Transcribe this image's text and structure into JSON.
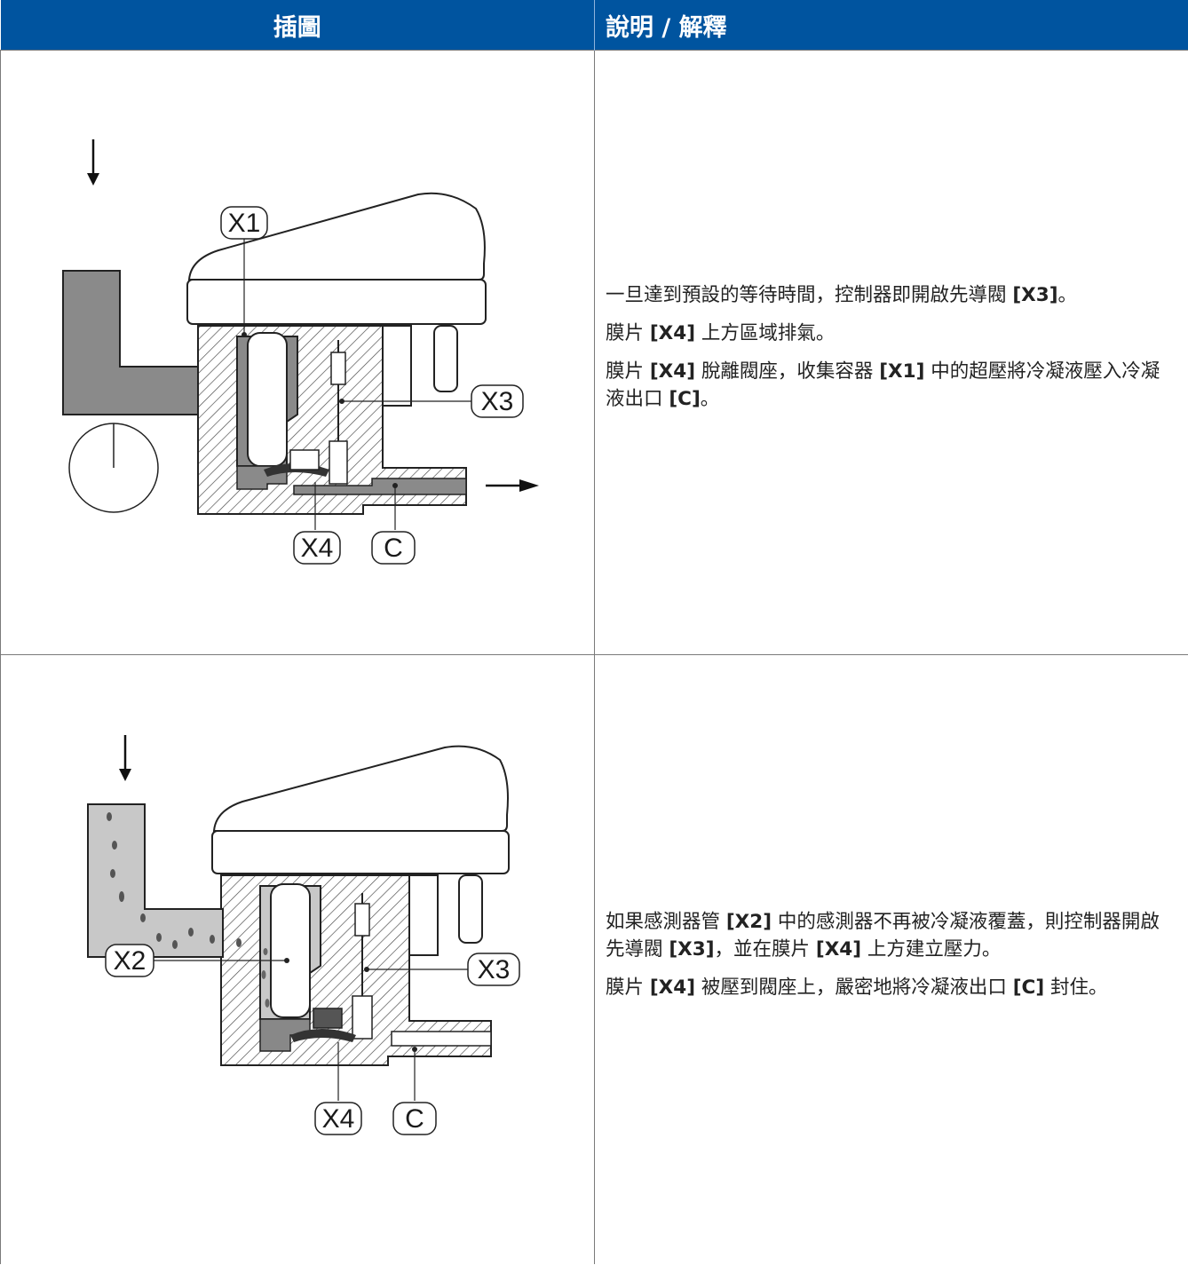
{
  "header": {
    "col_illustration": "插圖",
    "col_description": "說明 / 解釋"
  },
  "rows": [
    {
      "labels": {
        "x1": "X1",
        "x3": "X3",
        "x4": "X4",
        "c": "C"
      },
      "paragraphs": [
        {
          "pre": "一旦達到預設的等待時間，控制器即開啟先導閥 ",
          "b1": "[X3]",
          "mid": "。",
          "b2": "",
          "post": ""
        },
        {
          "pre": "膜片 ",
          "b1": "[X4]",
          "mid": " 上方區域排氣。",
          "b2": "",
          "post": ""
        },
        {
          "pre": "膜片 ",
          "b1": "[X4]",
          "mid": " 脫離閥座，收集容器 ",
          "b2": "[X1]",
          "post": " 中的超壓將冷凝液壓入冷凝液出口 ",
          "b3": "[C]",
          "post2": "。"
        }
      ]
    },
    {
      "labels": {
        "x2": "X2",
        "x3": "X3",
        "x4": "X4",
        "c": "C"
      },
      "paragraphs": [
        {
          "pre": "如果感測器管 ",
          "b1": "[X2]",
          "mid": " 中的感測器不再被冷凝液覆蓋，則控制器開啟先導閥 ",
          "b2": "[X3]",
          "post": "，並在膜片 ",
          "b3": "[X4]",
          "post2": " 上方建立壓力。"
        },
        {
          "pre": "膜片 ",
          "b1": "[X4]",
          "mid": " 被壓到閥座上，嚴密地將冷凝液出口 ",
          "b2": "[C]",
          "post": " 封住。",
          "b3": "",
          "post2": ""
        }
      ]
    }
  ],
  "colors": {
    "header_bg": "#00549f",
    "condensate_full": "#8a8a8a",
    "condensate_light": "#c8c8c8",
    "diaphragm": "#333333"
  }
}
